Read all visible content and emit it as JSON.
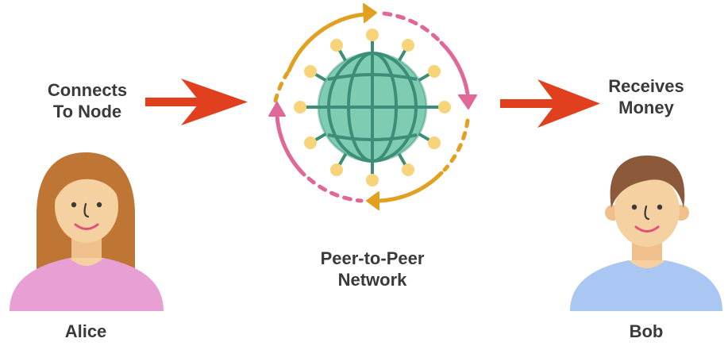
{
  "labels": {
    "connects": [
      "Connects",
      "To Node"
    ],
    "receives": [
      "Receives",
      "Money"
    ],
    "network": [
      "Peer-to-Peer",
      "Network"
    ],
    "alice": "Alice",
    "bob": "Bob"
  },
  "icons": {
    "left_arrow": "right-arrow-icon",
    "right_arrow": "right-arrow-icon",
    "globe": "globe-network-icon",
    "alice": "woman-avatar-icon",
    "bob": "man-avatar-icon"
  },
  "colors": {
    "arrow": "#e0401e",
    "globe": "#7ecdb3",
    "globe_lines": "#3c8e78",
    "node": "#f7d37a",
    "cycle_orange": "#e2a020",
    "cycle_pink": "#e06898",
    "alice_shirt": "#e8a0d4",
    "bob_shirt": "#a9c7f2",
    "alice_hair": "#bf7634",
    "bob_hair": "#8c5a3a",
    "skin": "#f5d0a0",
    "text": "#3a3a3a"
  }
}
